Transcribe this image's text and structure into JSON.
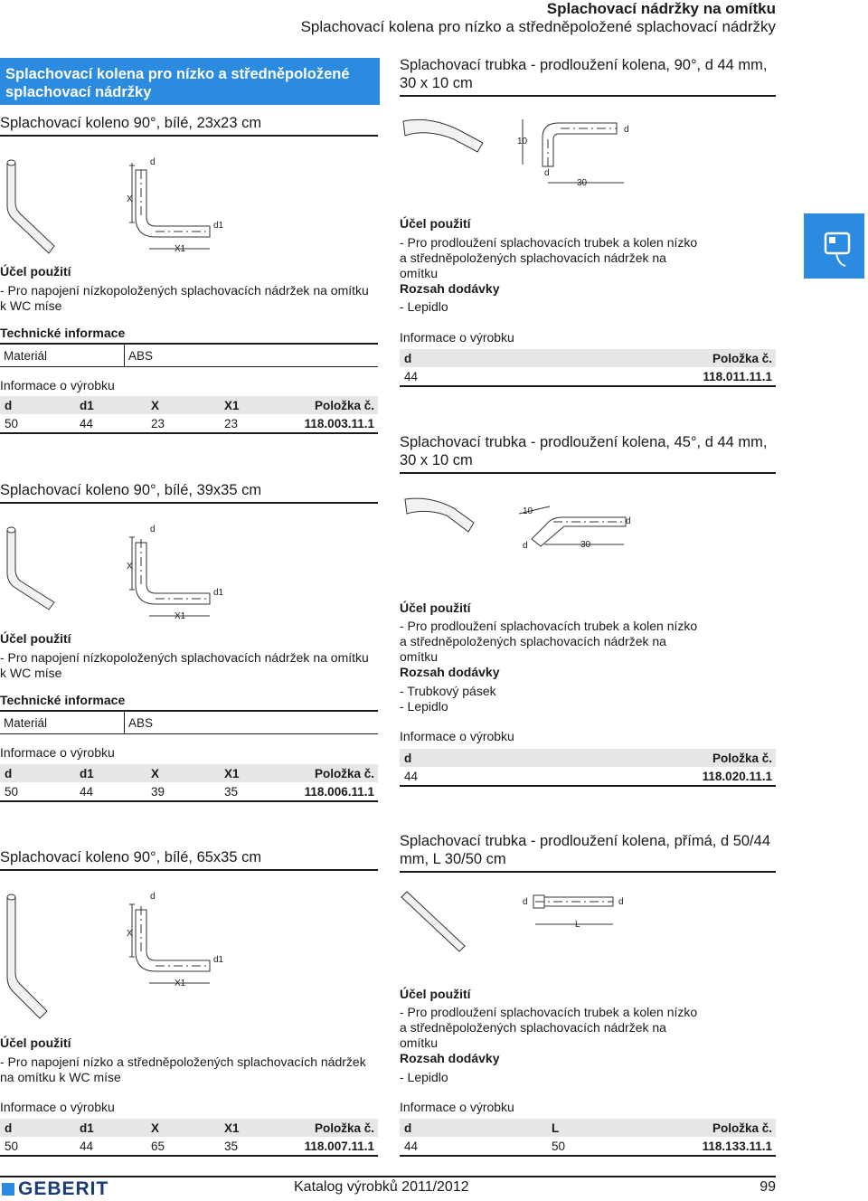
{
  "header": {
    "title": "Splachovací nádržky na omítku",
    "subtitle": "Splachovací kolena pro nízko a středněpoložené splachovací nádržky"
  },
  "section_banner": "Splachovací kolena pro nízko a středněpoložené splachovací nádržky",
  "labels": {
    "purpose": "Účel použití",
    "tech": "Technické informace",
    "material": "Materiál",
    "abs": "ABS",
    "info": "Informace o výrobku",
    "scope": "Rozsah dodávky"
  },
  "left_products": [
    {
      "title": "Splachovací koleno 90°, bílé, 23x23 cm",
      "purpose": "- Pro napojení nízkopoložených splachovacích nádržek na omítku k WC míse",
      "headers": [
        "d",
        "d1",
        "X",
        "X1",
        "Položka č."
      ],
      "row": [
        "50",
        "44",
        "23",
        "23",
        "118.003.11.1"
      ]
    },
    {
      "title": "Splachovací koleno 90°, bílé, 39x35 cm",
      "purpose": "- Pro napojení nízkopoložených splachovacích nádržek na omítku k WC míse",
      "headers": [
        "d",
        "d1",
        "X",
        "X1",
        "Položka č."
      ],
      "row": [
        "50",
        "44",
        "39",
        "35",
        "118.006.11.1"
      ]
    },
    {
      "title": "Splachovací koleno 90°, bílé, 65x35 cm",
      "purpose": "- Pro napojení nízko a středněpoložených splachovacích nádržek na omítku k WC míse",
      "headers": [
        "d",
        "d1",
        "X",
        "X1",
        "Položka č."
      ],
      "row": [
        "50",
        "44",
        "65",
        "35",
        "118.007.11.1"
      ]
    }
  ],
  "right_products": [
    {
      "title": "Splachovací trubka - prodloužení kolena, 90°, d 44 mm, 30 x 10 cm",
      "purpose": "- Pro prodloužení splachovacích trubek a kolen nízko a středněpoložených splachovacích nádržek na omítku",
      "scope": [
        "- Lepidlo"
      ],
      "headers": [
        "d",
        "Položka č."
      ],
      "row": [
        "44",
        "118.011.11.1"
      ]
    },
    {
      "title": "Splachovací trubka - prodloužení kolena, 45°, d 44 mm, 30 x 10 cm",
      "purpose": "- Pro prodloužení splachovacích trubek a kolen nízko a středněpoložených splachovacích nádržek na omítku",
      "scope": [
        "- Trubkový pásek",
        "- Lepidlo"
      ],
      "headers": [
        "d",
        "Položka č."
      ],
      "row": [
        "44",
        "118.020.11.1"
      ]
    },
    {
      "title": "Splachovací trubka - prodloužení kolena, přímá, d 50/44 mm, L 30/50 cm",
      "purpose": "- Pro prodloužení splachovacích trubek a kolen nízko a středněpoložených splachovacích nádržek na omítku",
      "scope": [
        "- Lepidlo"
      ],
      "headers": [
        "d",
        "L",
        "Položka č."
      ],
      "row": [
        "44",
        "50",
        "118.133.11.1"
      ]
    }
  ],
  "dim": {
    "d": "d",
    "d1": "d1",
    "x": "X",
    "x1": "X1",
    "l": "L",
    "ten": "10",
    "thirty": "30"
  },
  "footer": {
    "brand": "GEBERIT",
    "catalog": "Katalog výrobků 2011/2012",
    "page": "99"
  }
}
